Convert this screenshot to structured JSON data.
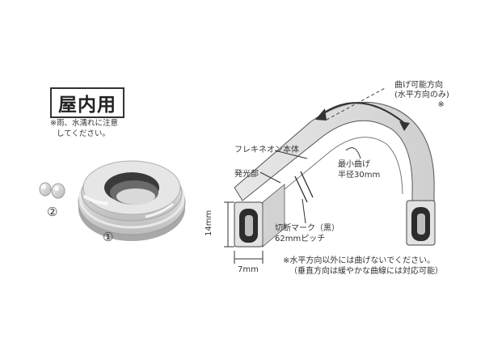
{
  "badge": {
    "text": "屋内用"
  },
  "caution": {
    "line1": "※雨、水濡れに注意",
    "line2": "してください。"
  },
  "parts": {
    "item1_marker": "①",
    "item2_marker": "②"
  },
  "diagram": {
    "bend_direction_line1": "曲げ可能方向",
    "bend_direction_line2": "(水平方向のみ)",
    "bend_direction_note": "※",
    "flex_body": "フレキネオン本体",
    "light_part": "発光部",
    "min_bend_line1": "最小曲げ",
    "min_bend_line2": "半径30mm",
    "cut_mark_line1": "切断マーク（黒）",
    "cut_mark_line2": "62mmピッチ",
    "height_dim": "14mm",
    "width_dim": "7mm",
    "warning_line1": "※水平方向以外には曲げないでください。",
    "warning_line2": "（垂直方向は緩やかな曲線には対応可能）"
  }
}
